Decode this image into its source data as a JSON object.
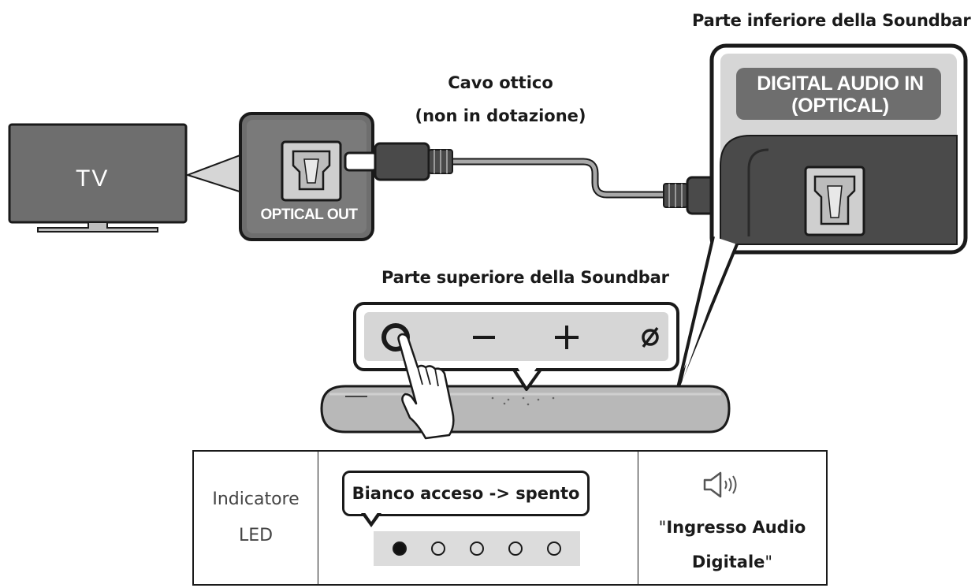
{
  "labels": {
    "bottom_title": "Parte inferiore della Soundbar",
    "cable_line1": "Cavo ottico",
    "cable_line2": "(non in dotazione)",
    "top_title": "Parte superiore della Soundbar",
    "tv": "TV",
    "optical_out": "OPTICAL OUT",
    "digital_in_line1": "DIGITAL AUDIO IN",
    "digital_in_line2": "(OPTICAL)"
  },
  "panel": {
    "buttons": [
      "power-icon",
      "minus-icon",
      "plus-icon",
      "mute-icon"
    ]
  },
  "table": {
    "led_label_line1": "Indicatore",
    "led_label_line2": "LED",
    "bubble": "Bianco acceso -> spento",
    "leds": [
      true,
      false,
      false,
      false,
      false
    ],
    "mode_quote_open": "\"",
    "mode_line1": "Ingresso Audio",
    "mode_line2": "Digitale",
    "mode_quote_close": "\"",
    "icon": "speaker-icon"
  },
  "colors": {
    "device_grey": "#6e6e6e",
    "dark_grey": "#4a4a4a",
    "light_grey": "#d6d6d6",
    "cable": "#a8a8a8",
    "outline": "#1a1a1a"
  }
}
